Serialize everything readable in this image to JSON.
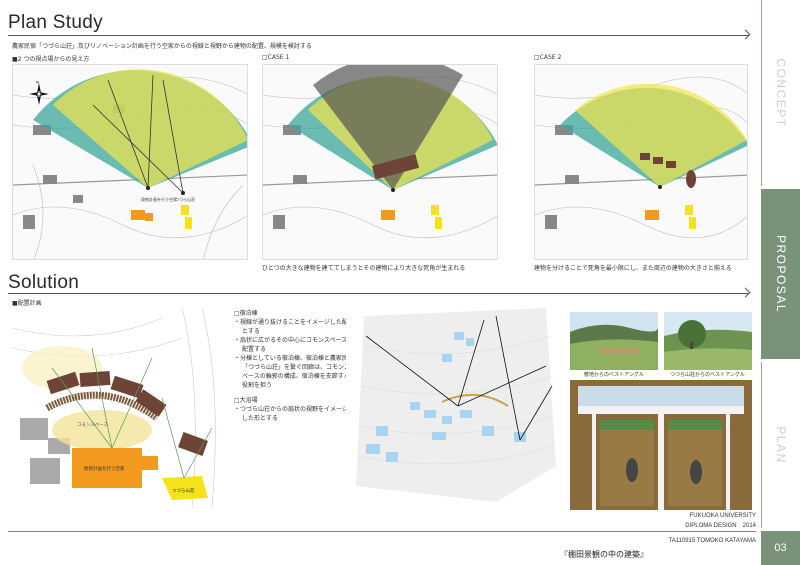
{
  "header": {
    "plan_study": "Plan Study",
    "plan_study_desc": "農家民宿「つづら山荘」及びリノベーション計画を行う空家からの視線と視野から建物の配置、規模を検討する",
    "view_label": "■2 つの視点場からの見え方",
    "case1_label": "□CASE 1",
    "case2_label": "□CASE 2",
    "case1_caption": "ひとつの大きな建物を建ててしまうとその建物により大きな死角が生まれる",
    "case2_caption": "建物を分けることで死角を最小限にし、また周辺の建物の大きさと揃える"
  },
  "map_labels": {
    "akiya": "改修計画を行う空家",
    "tsuzura": "つづら山荘",
    "common": "コモンスペース"
  },
  "solution": {
    "title": "Solution",
    "layout_label": "■配置計画"
  },
  "notes": {
    "lodging_title": "□宿泊棟",
    "b1": "・視線が通り抜けることをイメージした配置とする",
    "b2": "・扇状に広がるその中心にコモンスペースを配置する",
    "b3": "・分棟としている宿泊棟、宿泊棟と農家民宿「つづら山荘」を繋ぐ回廊は、コモンスペースの輪郭の構成、宿泊棟を支節する役割を担う",
    "bath_title": "□大浴場",
    "b4": "・つづら山荘からの扇状の視野をイメージとした形とする"
  },
  "photos": {
    "cap1": "敷地からのベストアングル",
    "cap2": "つづら山荘からのベストアングル"
  },
  "tabs": {
    "concept": "CONCEPT",
    "proposal": "PROPOSAL",
    "plan": "PLAN",
    "page": "03"
  },
  "footer": {
    "line1": "FUKUOKA UNIVERSITY",
    "line2": "DIPLOMA DESIGN　2014",
    "line3": "TA110915 TOMOKO KATAYAMA",
    "title": "『棚田景観の中の建築』"
  },
  "colors": {
    "green_accent": "#7a9279",
    "teal_fan": "#3aa79b",
    "yellow_fan": "#f2e44a",
    "orange_building": "#f39a1e",
    "yellow_building": "#f5e21a",
    "brown_building": "#6e4438"
  },
  "icons": {
    "compass": "north-arrow-icon"
  }
}
